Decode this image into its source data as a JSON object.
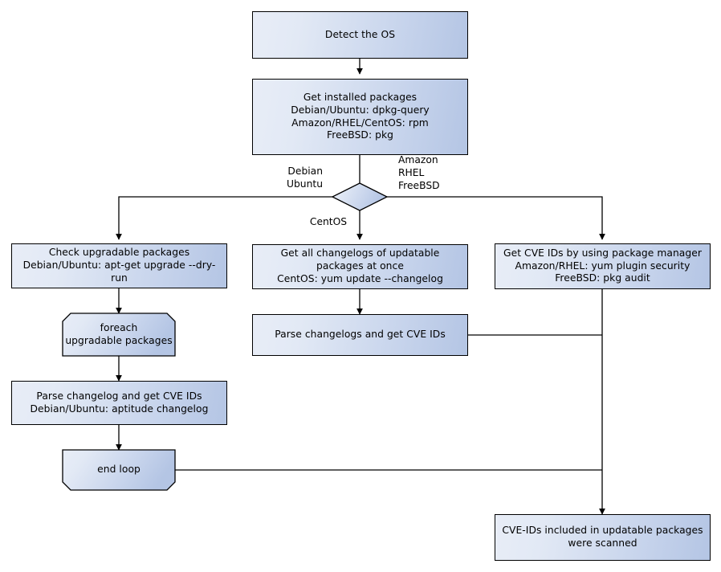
{
  "diagram": {
    "title": "OS package CVE scanning flowchart",
    "type": "flowchart",
    "colors": {
      "node_fill_light": "#e8edf7",
      "node_fill_dark": "#b4c5e4",
      "node_border": "#000000",
      "edge_stroke": "#000000",
      "text": "#000000",
      "background": "#ffffff"
    },
    "nodes": {
      "detect_os": "Detect the OS",
      "get_installed_packages": "Get installed packages\nDebian/Ubuntu: dpkg-query\nAmazon/RHEL/CentOS: rpm\nFreeBSD: pkg",
      "os_decision": "",
      "check_upgradable": "Check upgradable packages\nDebian/Ubuntu: apt-get upgrade --dry-run",
      "get_all_changelogs": "Get all changelogs of updatable packages at once\nCentOS: yum update --changelog",
      "get_cve_pkg_manager": "Get CVE IDs by using package manager\nAmazon/RHEL: yum plugin security\nFreeBSD: pkg audit",
      "foreach_loop": "foreach\nupgradable  packages",
      "parse_changelogs_centos": "Parse changelogs and get CVE IDs",
      "parse_changelog_debian": "Parse changelog and get  CVE IDs\nDebian/Ubuntu: aptitude changelog",
      "end_loop": "end loop",
      "scanned_result": "CVE-IDs included in updatable packages\nwere scanned"
    },
    "edge_labels": {
      "debian_ubuntu": "Debian\nUbuntu",
      "amazon_rhel_freebsd": "Amazon\nRHEL\nFreeBSD",
      "centos": "CentOS"
    }
  }
}
